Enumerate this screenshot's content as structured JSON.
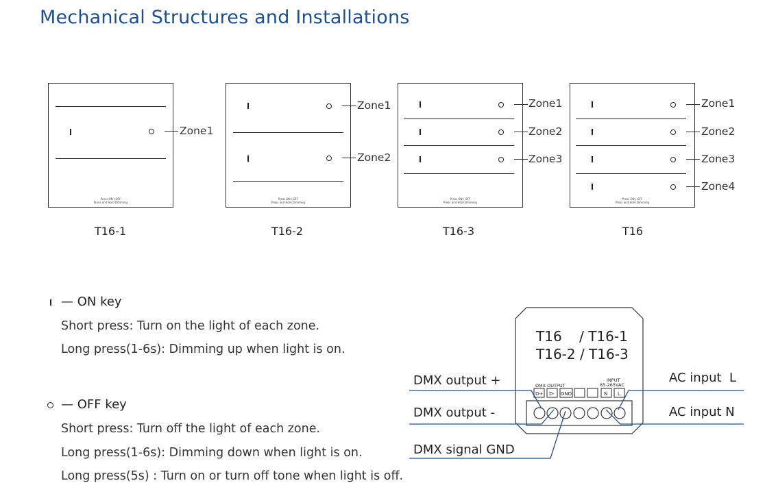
{
  "title": "Mechanical Structures and Installations",
  "panels": [
    {
      "model": "T16-1",
      "zones": [
        "Zone1"
      ],
      "footer": [
        "Press ON / OFF",
        "Press and Hold Dimming"
      ]
    },
    {
      "model": "T16-2",
      "zones": [
        "Zone1",
        "Zone2"
      ],
      "footer": [
        "Press ON / OFF",
        "Press and Hold Dimming"
      ]
    },
    {
      "model": "T16-3",
      "zones": [
        "Zone1",
        "Zone2",
        "Zone3"
      ],
      "footer": [
        "Press ON / OFF",
        "Press and Hold Dimming"
      ]
    },
    {
      "model": "T16",
      "zones": [
        "Zone1",
        "Zone2",
        "Zone3",
        "Zone4"
      ],
      "footer": [
        "Press ON / OFF",
        "Press and Hold Dimming"
      ]
    }
  ],
  "on_key": {
    "heading": "— ON key",
    "lines": [
      "Short press: Turn on the light of each zone.",
      "Long press(1-6s): Dimming up when light is on."
    ]
  },
  "off_key": {
    "heading": "— OFF key",
    "lines": [
      "Short press: Turn off the light of each zone.",
      "Long press(1-6s): Dimming down when light is on.",
      "Long press(5s) : Turn on or turn off tone when light is off."
    ]
  },
  "wiring": {
    "model_line1": "T16    / T16-1",
    "model_line2": "T16-2 / T16-3",
    "dmx_output_caption": "DMX OUTPUT",
    "input_caption_1": "INPUT",
    "input_caption_2": "85-265VAC",
    "terminals": [
      "D+",
      "D-",
      "GND",
      "",
      "",
      "N",
      "L"
    ],
    "labels": {
      "dmx_plus": "DMX output +",
      "dmx_minus": "DMX output -",
      "dmx_gnd": "DMX signal GND",
      "ac_l": "AC input  L",
      "ac_n": "AC input N"
    }
  }
}
